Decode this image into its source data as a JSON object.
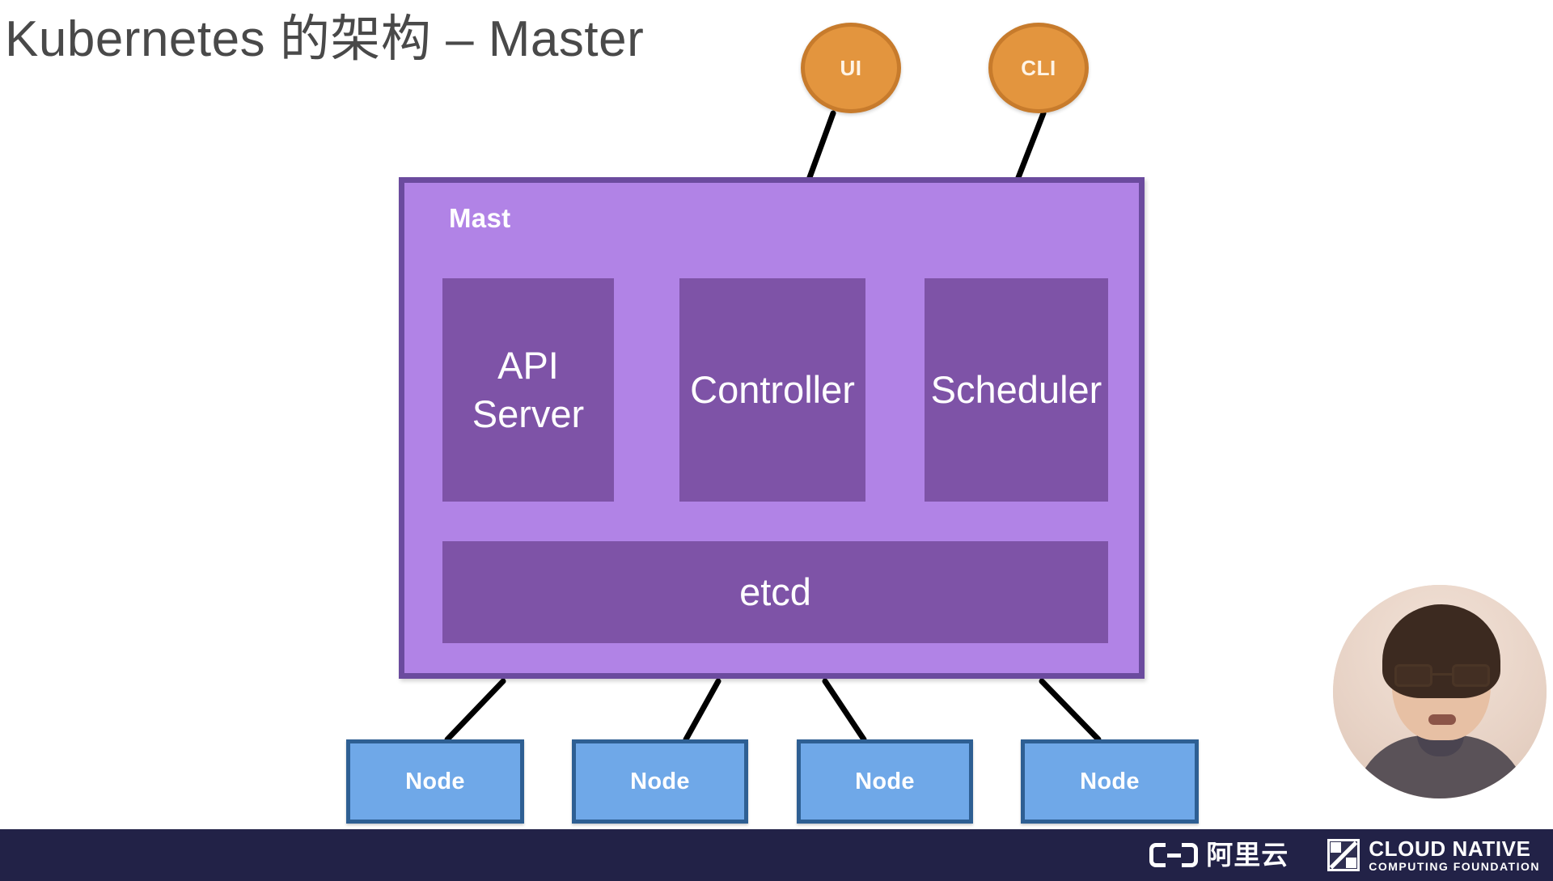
{
  "slide": {
    "title": "Kubernetes 的架构 – Master",
    "background_color": "#ffffff"
  },
  "clients": [
    {
      "id": "ui",
      "label": "UI",
      "fill": "#E3953E",
      "stroke": "#C77B2C"
    },
    {
      "id": "cli",
      "label": "CLI",
      "fill": "#E3953E",
      "stroke": "#C77B2C"
    }
  ],
  "master": {
    "label": "Mast",
    "fill": "#B183E6",
    "stroke": "#6B4B9E",
    "components": [
      {
        "id": "api-server",
        "label": "API Server",
        "fill": "#7E53A7"
      },
      {
        "id": "controller",
        "label": "Controller",
        "fill": "#7E53A7"
      },
      {
        "id": "scheduler",
        "label": "Scheduler",
        "fill": "#7E53A7"
      },
      {
        "id": "etcd",
        "label": "etcd",
        "fill": "#7E53A7"
      }
    ]
  },
  "workers": [
    {
      "id": "node-1",
      "label": "Node",
      "fill": "#6FA8E8",
      "stroke": "#2E5F93"
    },
    {
      "id": "node-2",
      "label": "Node",
      "fill": "#6FA8E8",
      "stroke": "#2E5F93"
    },
    {
      "id": "node-3",
      "label": "Node",
      "fill": "#6FA8E8",
      "stroke": "#2E5F93"
    },
    {
      "id": "node-4",
      "label": "Node",
      "fill": "#6FA8E8",
      "stroke": "#2E5F93"
    }
  ],
  "connectors": {
    "stroke": "#000000",
    "width": 6
  },
  "sponsor_bar": {
    "background_color": "#222247",
    "aliyun": {
      "wordmark": "阿里云",
      "icon": "aliyun-bracket-logo"
    },
    "cncf": {
      "line1": "CLOUD NATIVE",
      "line2": "COMPUTING FOUNDATION",
      "icon": "cncf-logo"
    }
  },
  "presenter": {
    "camera_label": "presenter-webcam",
    "shape": "circle"
  }
}
